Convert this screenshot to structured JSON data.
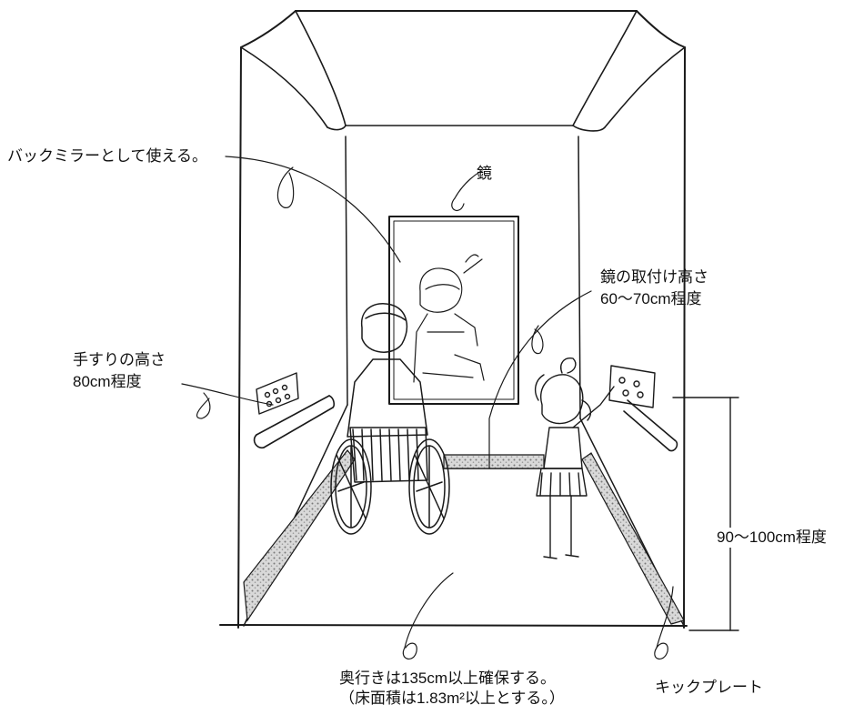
{
  "labels": {
    "rear_mirror": "バックミラーとして使える。",
    "mirror": "鏡",
    "mirror_height_1": "鏡の取付け高さ",
    "mirror_height_2": "60～70cm程度",
    "handrail_1": "手すりの高さ",
    "handrail_2": "80cm程度",
    "panel_height": "90～100cm程度",
    "depth_1": "奥行きは135cm以上確保する。",
    "depth_2": "（床面積は1.83m²以上とする。）",
    "kickplate": "キックプレート"
  },
  "colors": {
    "ink": "#1a1a1a",
    "stipple": "#b5b5b5",
    "paper": "#ffffff"
  }
}
